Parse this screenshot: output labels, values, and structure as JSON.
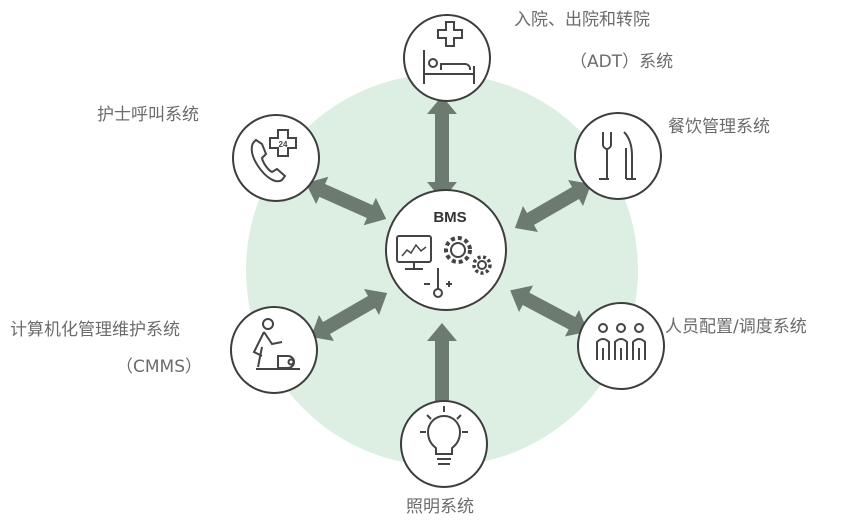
{
  "center": {
    "title": "BMS",
    "icon": "monitor-gears-thermometer-icon"
  },
  "nodes": [
    {
      "id": "adt",
      "label_lines": [
        "入院、出院和转院",
        "（ADT）系统"
      ],
      "icon": "hospital-bed-icon"
    },
    {
      "id": "nurse",
      "label_lines": [
        "护士呼叫系统"
      ],
      "icon": "phone-medical-24-icon"
    },
    {
      "id": "dining",
      "label_lines": [
        "餐饮管理系统"
      ],
      "icon": "fork-knife-icon"
    },
    {
      "id": "cmms",
      "label_lines": [
        "计算机化管理维护系统",
        "（CMMS）"
      ],
      "icon": "maintenance-worker-icon"
    },
    {
      "id": "staff",
      "label_lines": [
        "人员配置/调度系统"
      ],
      "icon": "staff-group-icon"
    },
    {
      "id": "lighting",
      "label_lines": [
        "照明系统"
      ],
      "icon": "light-bulb-icon"
    }
  ],
  "colors": {
    "background_disc": "#dcefe2",
    "arrow": "#6c7a70",
    "circle_stroke": "#3d3d3d",
    "icon_stroke": "#444444",
    "label_text": "#6b6b6b"
  }
}
